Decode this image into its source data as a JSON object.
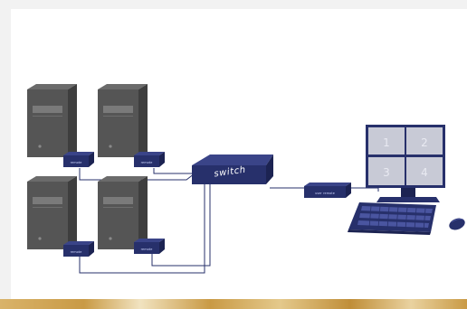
{
  "diagram": {
    "switch_label": "switch",
    "remote_label": "remote",
    "user_remote_label": "user remote",
    "screen_numbers": [
      "1",
      "2",
      "3",
      "4"
    ],
    "colors": {
      "navy": "#27306b",
      "navy_dark": "#1c2352",
      "tower_front": "#5a5a5a",
      "tower_side": "#3d3d3d",
      "cable": "#27306b",
      "screen_tile": "#c8cad6"
    }
  }
}
